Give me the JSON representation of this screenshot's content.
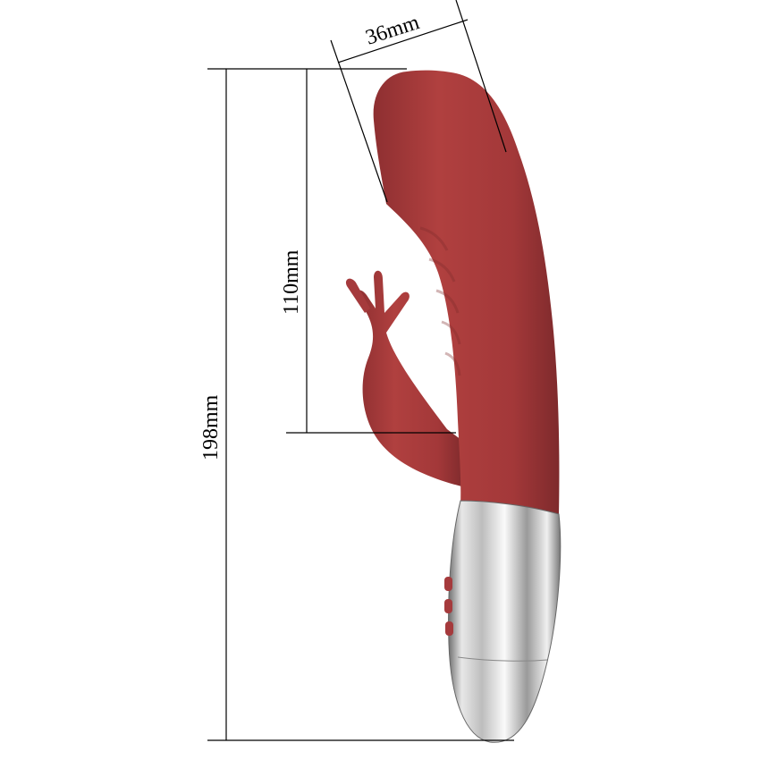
{
  "dimensions": {
    "total_length": "198mm",
    "insertable_length": "110mm",
    "diameter": "36mm"
  },
  "colors": {
    "body": "#a53a3c",
    "body_shadow": "#7e2a2c",
    "handle_light": "#f2f2f2",
    "handle_dark": "#8a8a8a",
    "line": "#000000"
  }
}
